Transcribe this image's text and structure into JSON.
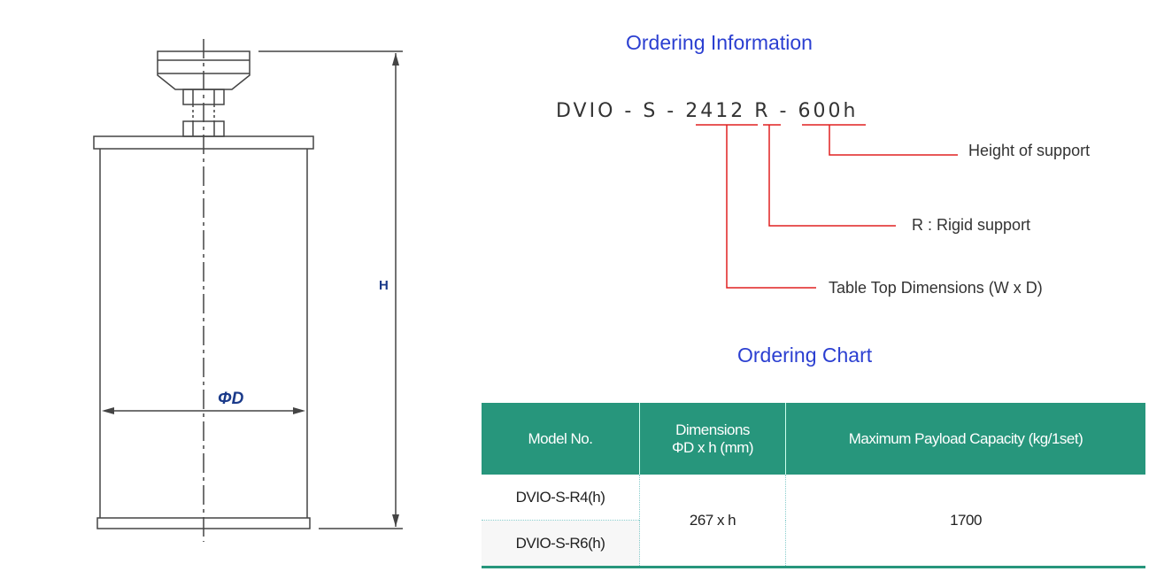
{
  "drawing": {
    "height_label": "H",
    "diameter_label": "ΦD"
  },
  "ordering_info": {
    "title": "Ordering Information",
    "code_parts": {
      "prefix": "DVIO - S - ",
      "dims": "2412",
      "sep1": " ",
      "type": "R",
      "sep2": " - ",
      "height": "600h"
    },
    "labels": {
      "height": "Height of support",
      "rigid": "R : Rigid support",
      "table_top": "Table Top Dimensions (W x D)"
    },
    "accent_color": "#e02020"
  },
  "ordering_chart": {
    "title": "Ordering Chart",
    "headers": [
      "Model No.",
      "Dimensions",
      "ΦD x h (mm)",
      "Maximum Payload Capacity (kg/1set)"
    ],
    "rows": [
      {
        "model": "DVIO-S-R4(h)"
      },
      {
        "model": "DVIO-S-R6(h)"
      }
    ],
    "dimensions": "267 x h",
    "payload": "1700",
    "header_color": "#27967c"
  }
}
